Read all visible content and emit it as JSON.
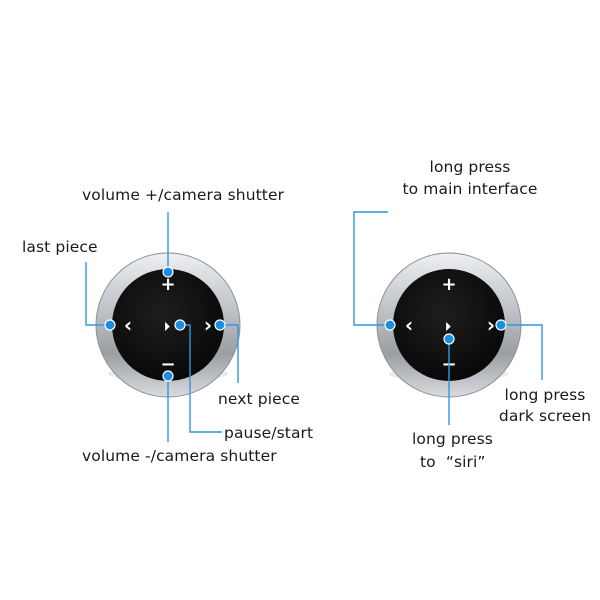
{
  "colors": {
    "background": "#ffffff",
    "callout_dot": "#1a8fe0",
    "callout_line": "#2f96e4",
    "button_face": "#101010",
    "button_ring": "#b9bcc0",
    "glyph": "#ffffff"
  },
  "left_button": {
    "glyphs": {
      "up": "+",
      "down": "−",
      "left": "‹",
      "right": "›",
      "center": "⏵"
    },
    "labels": {
      "top": "volume +/camera shutter",
      "left": "last piece",
      "right": "next piece",
      "center": "pause/start",
      "bottom": "volume -/camera shutter"
    }
  },
  "right_button": {
    "glyphs": {
      "up": "+",
      "down": "−",
      "left": "‹",
      "right": "›",
      "center": "⏵"
    },
    "labels": {
      "left_line1": "long press",
      "left_line2": "to main interface",
      "right_line1": "long press",
      "right_line2": "dark screen",
      "center_line1": "long press",
      "center_line2": "to  “siri”"
    }
  }
}
